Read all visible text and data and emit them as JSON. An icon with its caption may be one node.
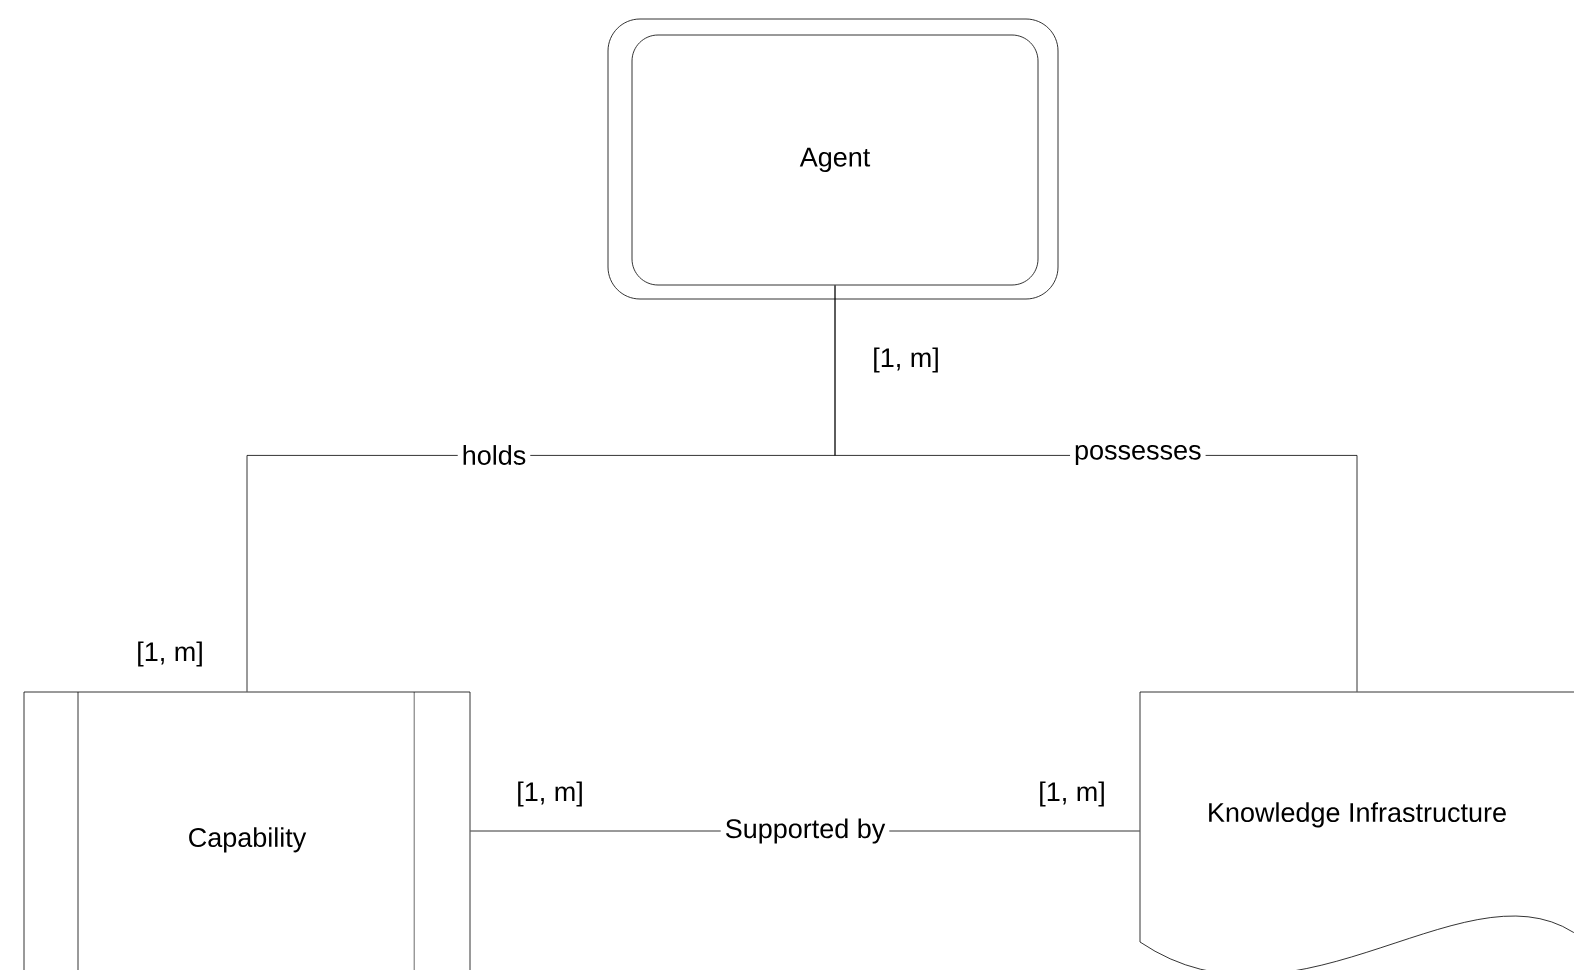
{
  "diagram": {
    "nodes": [
      {
        "text": [
          "Agent"
        ]
      },
      {
        "text": [
          "Capability"
        ]
      },
      {
        "text": [
          "Knowledge Infrastructure"
        ]
      }
    ],
    "edges": [
      {
        "from": 0,
        "to": 1,
        "arrow": "none",
        "label": "holds"
      },
      {
        "from": 0,
        "to": 2,
        "arrow": "none",
        "label": "possesses"
      },
      {
        "from": 1,
        "to": 2,
        "arrow": "none",
        "label": "Supported by"
      }
    ],
    "labels": [
      "[1, m]",
      "[1, m]",
      "[1, m]",
      "[1, m]"
    ]
  }
}
